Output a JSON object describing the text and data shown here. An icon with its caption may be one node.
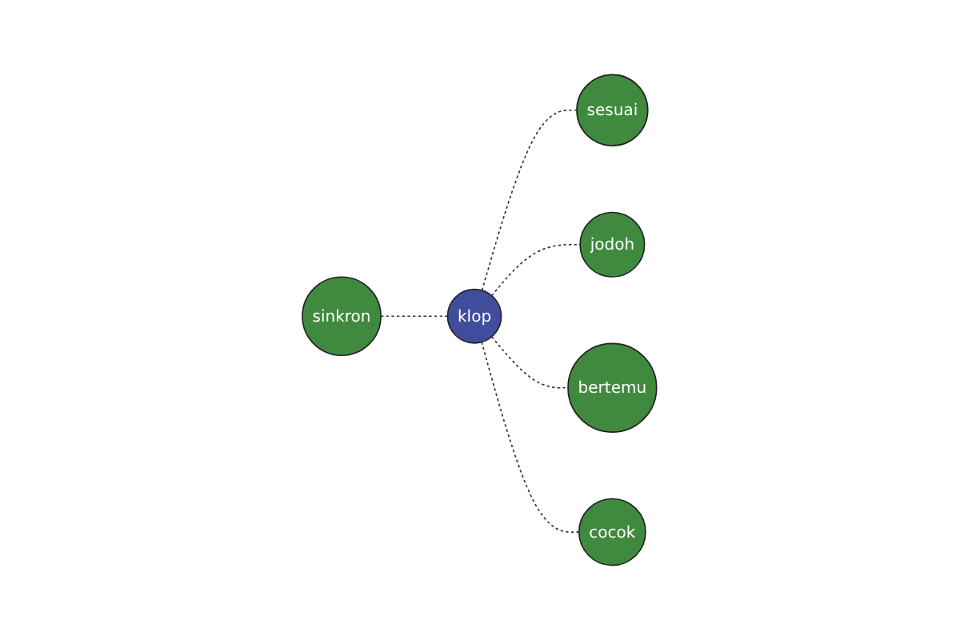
{
  "diagram": {
    "nodes": [
      {
        "text": [
          "sesuai"
        ]
      },
      {
        "text": [
          "jodoh"
        ]
      },
      {
        "text": [
          "sinkron"
        ]
      },
      {
        "text": [
          "klop"
        ]
      },
      {
        "text": [
          "bertemu"
        ]
      },
      {
        "text": [
          "cocok"
        ]
      }
    ],
    "edges": [
      {
        "from": 3,
        "to": 0,
        "arrow": "none",
        "style": "dashed"
      },
      {
        "from": 3,
        "to": 1,
        "arrow": "none",
        "style": "dashed"
      },
      {
        "from": 2,
        "to": 3,
        "arrow": "none",
        "style": "dashed"
      },
      {
        "from": 3,
        "to": 4,
        "arrow": "none",
        "style": "dashed"
      },
      {
        "from": 3,
        "to": 5,
        "arrow": "none",
        "style": "dashed"
      }
    ]
  }
}
